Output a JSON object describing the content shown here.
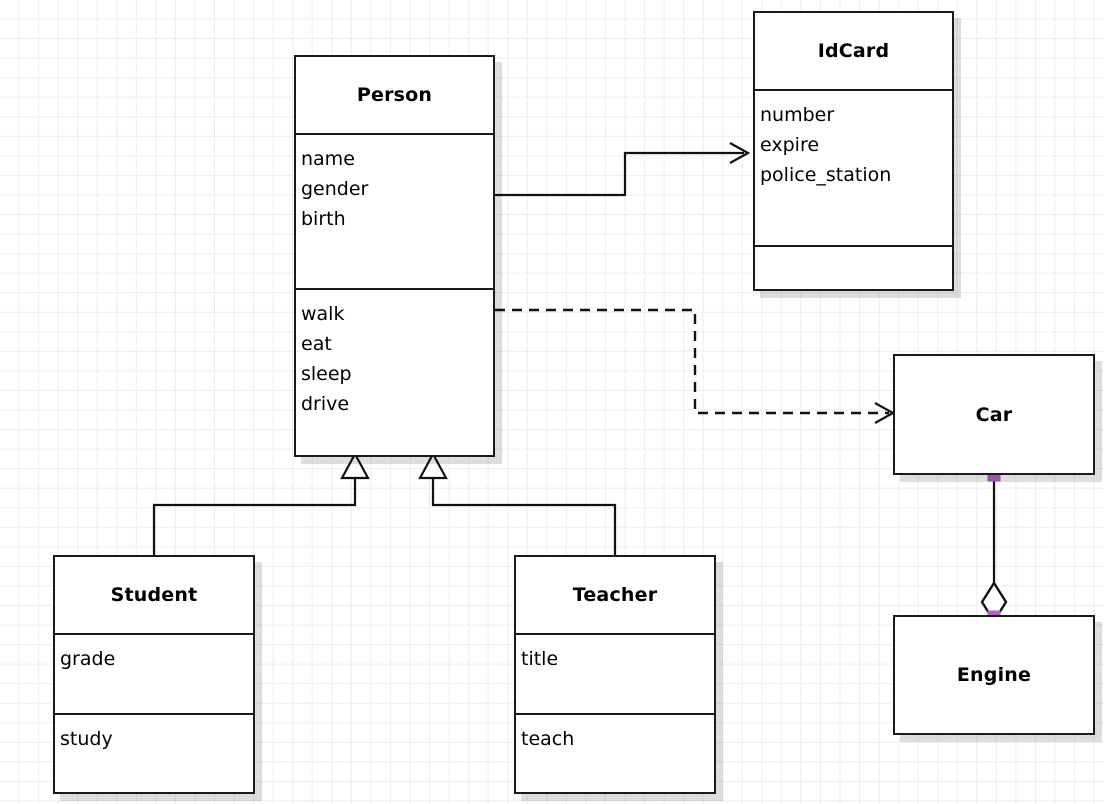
{
  "diagram": {
    "type": "uml-class-diagram",
    "background": "#ffffff",
    "grid_color": "#ededed",
    "line_color": "#111111",
    "handle_color": "#b062c0"
  },
  "classes": {
    "person": {
      "name": "Person",
      "attributes": [
        "name",
        "gender",
        "birth"
      ],
      "operations": [
        "walk",
        "eat",
        "sleep",
        "drive"
      ]
    },
    "idcard": {
      "name": "IdCard",
      "attributes": [
        "number",
        "expire",
        "police_station"
      ],
      "operations": []
    },
    "car": {
      "name": "Car",
      "attributes": [],
      "operations": []
    },
    "engine": {
      "name": "Engine",
      "attributes": [],
      "operations": []
    },
    "student": {
      "name": "Student",
      "attributes": [
        "grade"
      ],
      "operations": [
        "study"
      ]
    },
    "teacher": {
      "name": "Teacher",
      "attributes": [
        "title"
      ],
      "operations": [
        "teach"
      ]
    }
  },
  "relationships": [
    {
      "id": "person-idcard",
      "kind": "association",
      "source": "Person",
      "target": "IdCard",
      "line_style": "solid",
      "end_marker": "open-arrow"
    },
    {
      "id": "person-car",
      "kind": "dependency",
      "source": "Person",
      "target": "Car",
      "line_style": "dashed",
      "end_marker": "open-arrow"
    },
    {
      "id": "student-person",
      "kind": "generalization",
      "source": "Student",
      "target": "Person",
      "line_style": "solid",
      "end_marker": "hollow-triangle"
    },
    {
      "id": "teacher-person",
      "kind": "generalization",
      "source": "Teacher",
      "target": "Person",
      "line_style": "solid",
      "end_marker": "hollow-triangle"
    },
    {
      "id": "car-engine",
      "kind": "aggregation",
      "source": "Car",
      "target": "Engine",
      "line_style": "solid",
      "end_marker": "hollow-diamond",
      "selected": true
    }
  ]
}
